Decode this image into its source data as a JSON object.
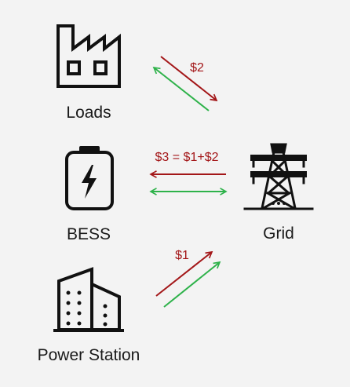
{
  "colors": {
    "background": "#f3f3f3",
    "icon": "#111111",
    "label": "#1a1a1a",
    "money_flow": "#a31618",
    "energy_flow": "#2eb24a"
  },
  "nodes": {
    "loads": {
      "label": "Loads",
      "icon": "factory-icon"
    },
    "bess": {
      "label": "BESS",
      "icon": "battery-icon"
    },
    "grid": {
      "label": "Grid",
      "icon": "transmission-tower-icon"
    },
    "power_station": {
      "label": "Power Station",
      "icon": "power-station-icon"
    }
  },
  "flows": {
    "loads_grid": {
      "label": "$2"
    },
    "bess_grid": {
      "label": "$3 = $1+$2"
    },
    "station_grid": {
      "label": "$1"
    }
  }
}
